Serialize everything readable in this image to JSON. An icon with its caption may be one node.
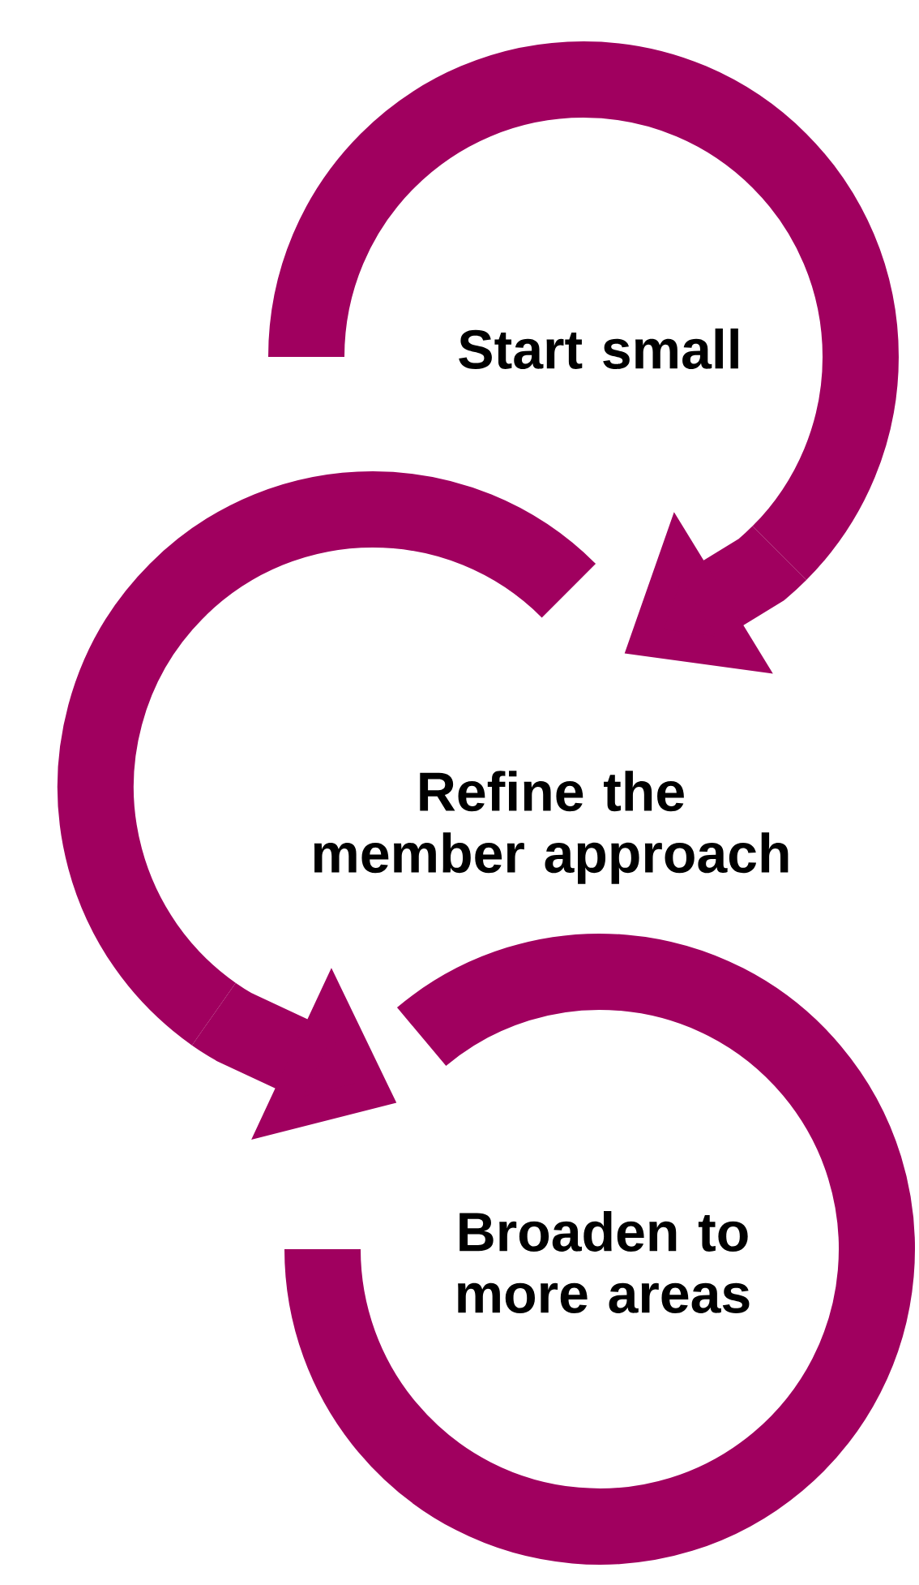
{
  "diagram": {
    "nodes": [
      {
        "text": [
          "Start small"
        ]
      },
      {
        "text": [
          "Refine the member approach"
        ]
      },
      {
        "text": [
          "Broaden to more areas"
        ]
      }
    ],
    "edges": [
      {
        "from": 0,
        "to": 1,
        "arrow": "to"
      },
      {
        "from": 1,
        "to": 2,
        "arrow": "to"
      }
    ]
  }
}
